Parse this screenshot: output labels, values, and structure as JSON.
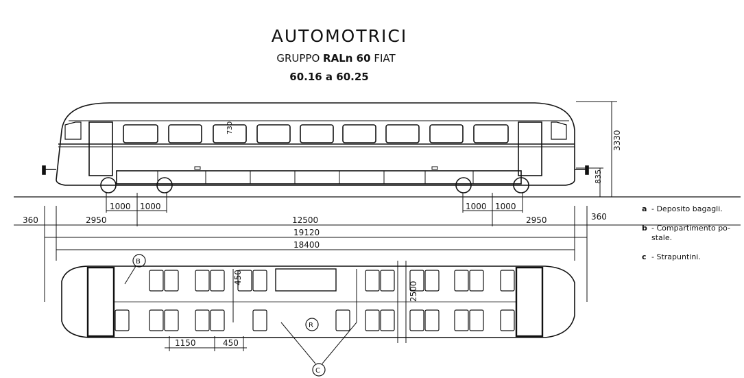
{
  "header": {
    "title": "AUTOMOTRICI",
    "subtitle_prefix": "GRUPPO ",
    "subtitle_model": "RALn 60",
    "subtitle_suffix": " FIAT",
    "range": "60.16 a 60.25"
  },
  "dimensions": {
    "window_height": "730",
    "total_height": "3330",
    "floor_height": "835",
    "bogie_left_1": "1000",
    "bogie_left_2": "1000",
    "bogie_right_1": "1000",
    "bogie_right_2": "1000",
    "end_left": "360",
    "overhang_left": "2950",
    "wheelbase": "12500",
    "overhang_right": "2950",
    "end_right": "360",
    "length_over_buffers": "19120",
    "body_length": "18400",
    "seat_pitch": "450",
    "body_width": "2500",
    "bottom_1": "1150",
    "bottom_2": "450"
  },
  "callouts": {
    "b": "B",
    "r": "R",
    "c": "C"
  },
  "legend": [
    {
      "key": "a",
      "text": "- Deposito bagagli."
    },
    {
      "key": "b",
      "text": "- Compartimento po-"
    },
    {
      "key": "",
      "text": "stale."
    },
    {
      "key": "c",
      "text": "- Strapuntini."
    }
  ]
}
